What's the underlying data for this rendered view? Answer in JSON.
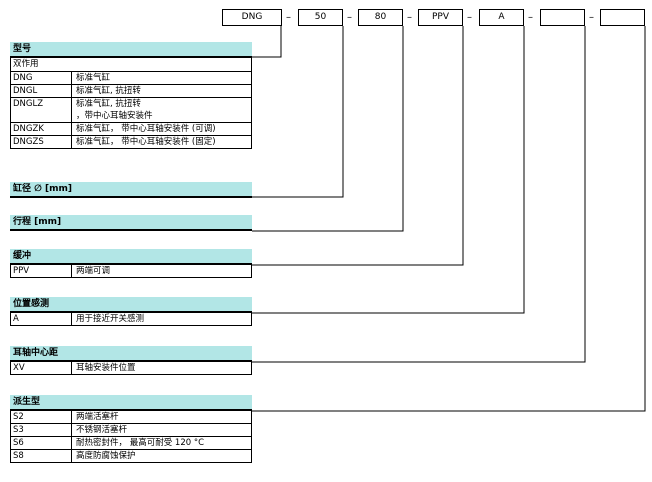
{
  "code": {
    "boxes": [
      "DNG",
      "50",
      "80",
      "PPV",
      "A",
      "",
      ""
    ],
    "separator": "–"
  },
  "sections": {
    "type": {
      "title": "型号",
      "subtitle": "双作用",
      "rows": [
        {
          "k": "DNG",
          "v": [
            "标准气缸"
          ]
        },
        {
          "k": "DNGL",
          "v": [
            "标准气缸, 抗扭转"
          ]
        },
        {
          "k": "DNGLZ",
          "v": [
            "标准气缸, 抗扭转",
            "，带中心耳轴安装件"
          ]
        },
        {
          "k": "DNGZK",
          "v": [
            "标准气缸， 带中心耳轴安装件 (可调)"
          ]
        },
        {
          "k": "DNGZS",
          "v": [
            "标准气缸， 带中心耳轴安装件 (固定)"
          ]
        }
      ]
    },
    "bore": {
      "title": "缸径 ∅ [mm]"
    },
    "stroke": {
      "title": "行程 [mm]"
    },
    "cushion": {
      "title": "缓冲",
      "rows": [
        {
          "k": "PPV",
          "v": [
            "两端可调"
          ]
        }
      ]
    },
    "sensing": {
      "title": "位置感测",
      "rows": [
        {
          "k": "A",
          "v": [
            "用于接近开关感测"
          ]
        }
      ]
    },
    "trunnion": {
      "title": "耳轴中心距",
      "rows": [
        {
          "k": "XV",
          "v": [
            "耳轴安装件位置"
          ]
        }
      ]
    },
    "variants": {
      "title": "派生型",
      "rows": [
        {
          "k": "S2",
          "v": [
            "两端活塞杆"
          ]
        },
        {
          "k": "S3",
          "v": [
            "不锈钢活塞杆"
          ]
        },
        {
          "k": "S6",
          "v": [
            "耐热密封件， 最高可耐受 120 °C"
          ]
        },
        {
          "k": "S8",
          "v": [
            "高度防腐蚀保护"
          ]
        }
      ]
    }
  }
}
